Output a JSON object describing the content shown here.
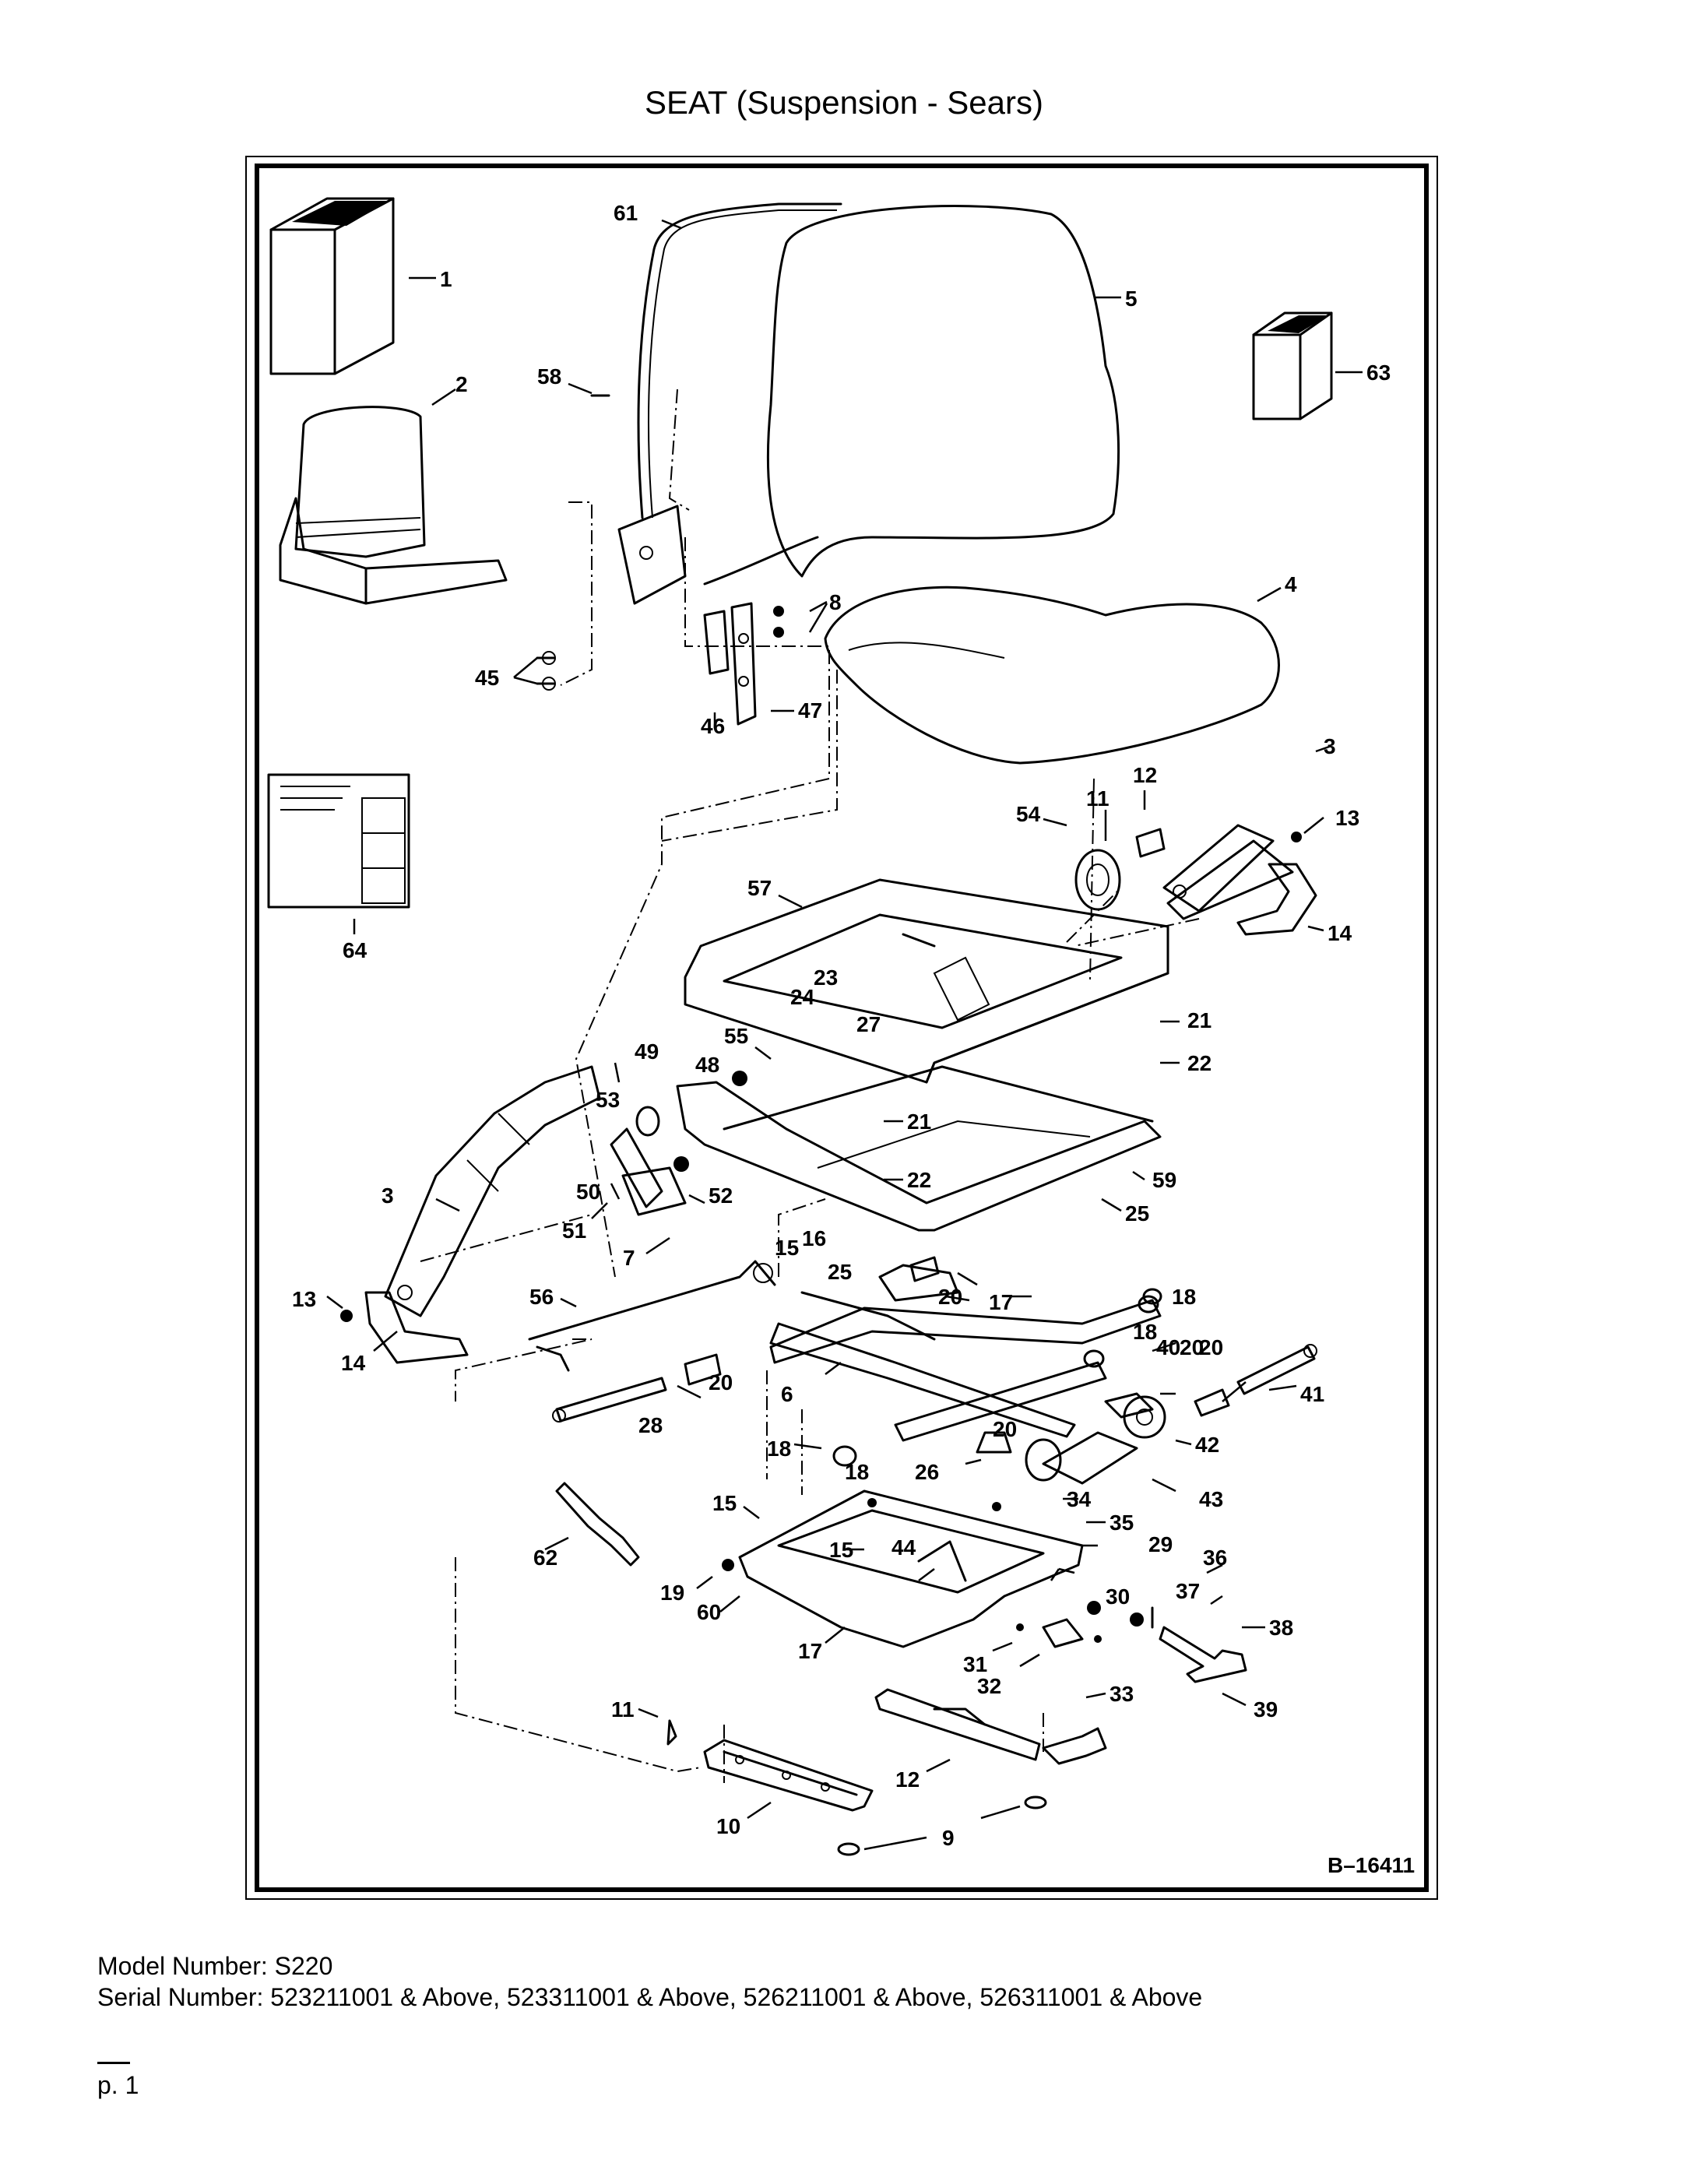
{
  "title": "SEAT (Suspension - Sears)",
  "diagram": {
    "drawing_number": "B–16411",
    "callouts": [
      "1",
      "2",
      "3",
      "3",
      "4",
      "5",
      "6",
      "7",
      "8",
      "9",
      "10",
      "11",
      "11",
      "12",
      "12",
      "13",
      "13",
      "14",
      "14",
      "15",
      "15",
      "15",
      "16",
      "17",
      "17",
      "18",
      "18",
      "18",
      "18",
      "19",
      "20",
      "20",
      "20",
      "20",
      "20",
      "21",
      "21",
      "22",
      "22",
      "23",
      "24",
      "25",
      "25",
      "26",
      "27",
      "28",
      "29",
      "30",
      "31",
      "32",
      "33",
      "34",
      "35",
      "36",
      "37",
      "38",
      "39",
      "40",
      "41",
      "42",
      "43",
      "44",
      "45",
      "46",
      "47",
      "48",
      "49",
      "50",
      "51",
      "52",
      "53",
      "54",
      "55",
      "56",
      "57",
      "58",
      "59",
      "60",
      "61",
      "62",
      "63",
      "64"
    ]
  },
  "footer": {
    "model": "Model Number: S220",
    "serial": "Serial Number: 523211001 & Above, 523311001 & Above, 526211001 & Above, 526311001 & Above",
    "page": "p. 1"
  }
}
